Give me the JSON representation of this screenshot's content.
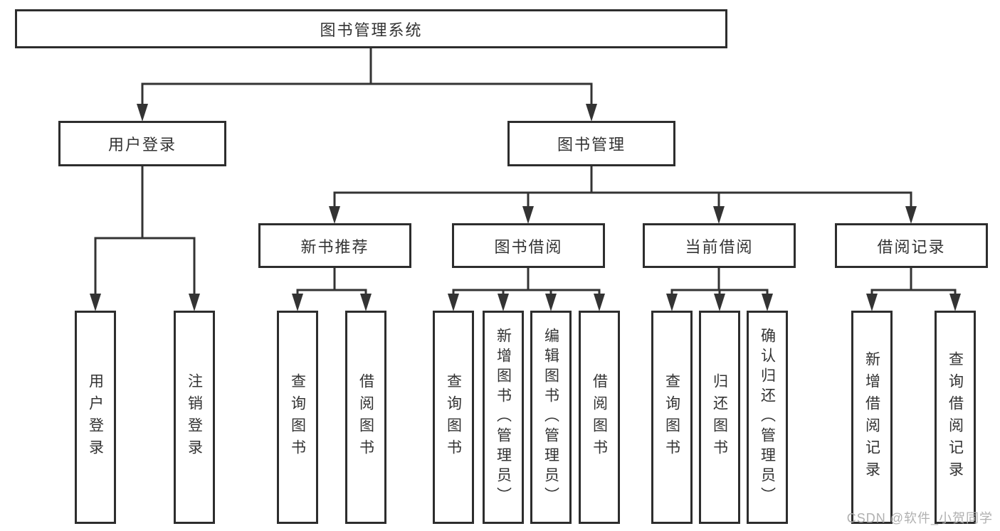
{
  "tree": {
    "root": {
      "label": "图书管理系统"
    },
    "children": [
      {
        "label": "用户登录",
        "children": [
          {
            "label": "用户登录"
          },
          {
            "label": "注销登录"
          }
        ]
      },
      {
        "label": "图书管理",
        "children": [
          {
            "label": "新书推荐",
            "children": [
              {
                "label": "查询图书"
              },
              {
                "label": "借阅图书"
              }
            ]
          },
          {
            "label": "图书借阅",
            "children": [
              {
                "label": "查询图书"
              },
              {
                "label": "新增图书（管理员）"
              },
              {
                "label": "编辑图书（管理员）"
              },
              {
                "label": "借阅图书"
              }
            ]
          },
          {
            "label": "当前借阅",
            "children": [
              {
                "label": "查询图书"
              },
              {
                "label": "归还图书"
              },
              {
                "label": "确认归还（管理员）"
              }
            ]
          },
          {
            "label": "借阅记录",
            "children": [
              {
                "label": "新增借阅记录"
              },
              {
                "label": "查询借阅记录"
              }
            ]
          }
        ]
      }
    ]
  },
  "watermark": "CSDN @软件_小贺同学",
  "colors": {
    "line": "#333333",
    "border": "#2d2d2d",
    "text": "#333333",
    "watermark": "#b0b0b0"
  }
}
